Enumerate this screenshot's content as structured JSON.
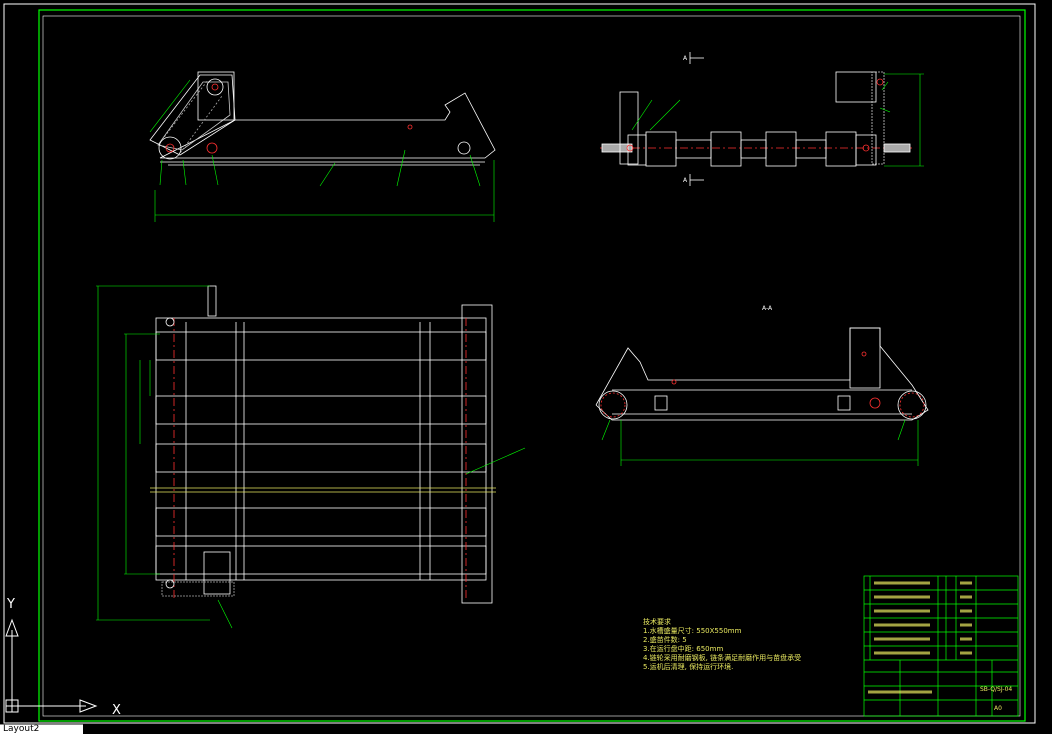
{
  "colors": {
    "background": "#000000",
    "drawing": "#ffffff",
    "frame": "#00ff00",
    "dimension": "#00ff00",
    "centerline": "#ff3030",
    "hatch": "#ff3030",
    "text": "#e8e860",
    "title_block": "#00ff00"
  },
  "section_marks": {
    "top_arrow": "A",
    "bottom_arrow": "A",
    "section_label": "A-A"
  },
  "tech_notes": {
    "title": "技术要求",
    "lines": [
      "1.水槽盛量尺寸: 550X550mm",
      "2.盛苗件数: 5",
      "3.在运行盘中距: 650mm",
      "4.链轮采用耐磨钢板, 链条满足耐磨作用与苗盘承受",
      "5.运机后清理, 保持运行环境."
    ]
  },
  "title_block": {
    "drawing_no": "SB-Q/SJ-04",
    "sheet_size": "A0"
  },
  "ucs": {
    "x_label": "X",
    "y_label": "Y"
  },
  "layout_tab": "Layout2"
}
